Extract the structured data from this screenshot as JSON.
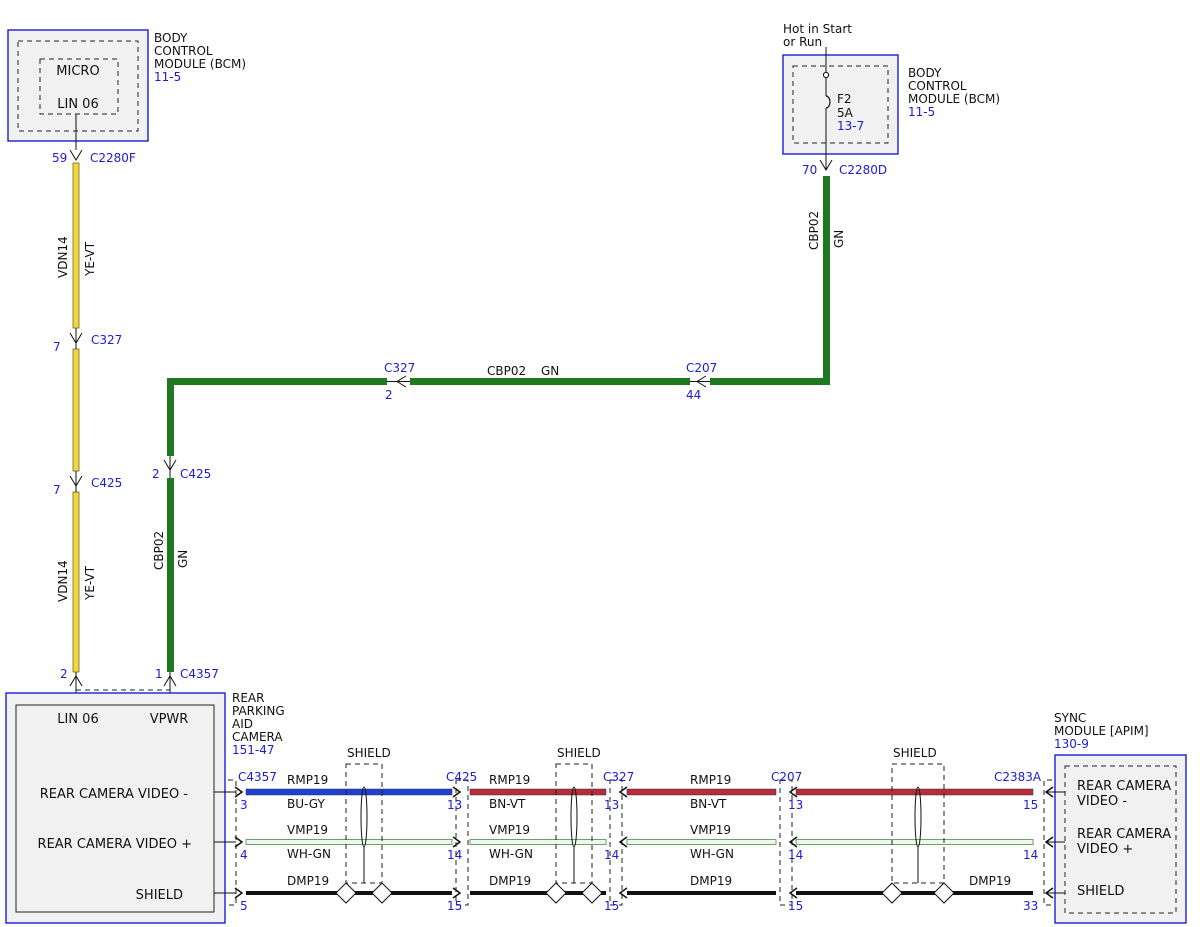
{
  "colors": {
    "yellow": "#f2d544",
    "green": "#1f7a1f",
    "blue": "#1f3fd6",
    "red": "#b82c3c",
    "white_green": "#cfe3cf",
    "black": "#111111",
    "ref_blue": "#1c1cd6"
  },
  "modules": {
    "bcm_top_left": {
      "title_lines": [
        "BODY",
        "CONTROL",
        "MODULE (BCM)"
      ],
      "ref": "11-5",
      "micro": "MICRO",
      "pin": "LIN 06"
    },
    "bcm_top_right": {
      "hot_lines": [
        "Hot in Start",
        "or Run"
      ],
      "title_lines": [
        "BODY",
        "CONTROL",
        "MODULE (BCM)"
      ],
      "ref": "11-5",
      "fuse": "F2",
      "fuse_rating": "5A",
      "fuse_ref": "13-7"
    },
    "camera": {
      "title_lines": [
        "REAR",
        "PARKING",
        "AID",
        "CAMERA"
      ],
      "ref": "151-47",
      "pin_lin": "LIN 06",
      "pin_vpwr": "VPWR",
      "sig_video_neg": "REAR CAMERA VIDEO -",
      "sig_video_pos": "REAR CAMERA VIDEO +",
      "sig_shield": "SHIELD"
    },
    "sync": {
      "title_lines": [
        "SYNC",
        "MODULE [APIM]"
      ],
      "ref": "130-9",
      "sig_video_neg_lines": [
        "REAR CAMERA",
        "VIDEO -"
      ],
      "sig_video_pos_lines": [
        "REAR CAMERA",
        "VIDEO +"
      ],
      "sig_shield": "SHIELD"
    }
  },
  "left_branch": {
    "c2280f": "C2280F",
    "c2280f_pin": "59",
    "c327": "C327",
    "c327_pin": "7",
    "c425": "C425",
    "c425_pin": "7",
    "camera_pin": "2",
    "circuit": "VDN14",
    "wire_color": "YE-VT"
  },
  "power_branch": {
    "c2280d": "C2280D",
    "c2280d_pin": "70",
    "c207": "C207",
    "c207_pin": "44",
    "c327": "C327",
    "c327_pin": "2",
    "c425": "C425",
    "c425_pin": "2",
    "c4357": "C4357",
    "c4357_pin": "1",
    "circuit": "CBP02",
    "wire_color": "GN"
  },
  "video": {
    "shield_label": "SHIELD",
    "connectors": [
      "C4357",
      "C425",
      "C327",
      "C207",
      "C2383A"
    ],
    "rows": [
      {
        "circuit": "RMP19",
        "colors": [
          "BU-GY",
          "BN-VT",
          "BN-VT"
        ],
        "pins": [
          "3",
          "13",
          "13",
          "13",
          "15"
        ]
      },
      {
        "circuit": "VMP19",
        "colors": [
          "WH-GN",
          "WH-GN",
          "WH-GN"
        ],
        "pins": [
          "4",
          "14",
          "14",
          "14",
          "14"
        ]
      },
      {
        "circuit": "DMP19",
        "pins": [
          "5",
          "15",
          "15",
          "15",
          "33"
        ]
      }
    ]
  }
}
